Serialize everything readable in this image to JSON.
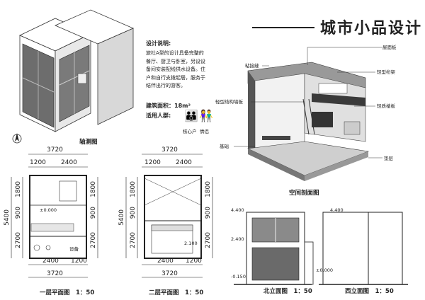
{
  "header": {
    "title": "城市小品设计"
  },
  "description": {
    "heading": "设计说明:",
    "lines": [
      "旅社A型的设计具备完整的",
      "餐厅、厨卫与卧室，另设设",
      "备间安装配线供水设备。住",
      "户和自行支拨起居，服务于",
      "结伴出行的游客。"
    ],
    "area": "建筑面积：18m²",
    "users_label": "适用人群:",
    "user1": "核心户",
    "user2": "情侣"
  },
  "axon": {
    "caption": "轴测图"
  },
  "section": {
    "caption": "空间剖面图",
    "labels": {
      "roof": "屋面板",
      "seam": "粘接缝",
      "truss": "轻型桁架",
      "floorboard": "轻质楼板",
      "wall": "轻型结构墙板",
      "base": "基础",
      "pad": "垫层"
    }
  },
  "plan1": {
    "caption": "一层平面图　1：50",
    "top_total": "3720",
    "top_a": "1200",
    "top_b": "2400",
    "bot_total": "3720",
    "bot_a": "2400",
    "bot_b": "1200",
    "left_total": "5400",
    "left_a": "1800",
    "left_b": "900",
    "left_c": "2700",
    "right_a": "1800",
    "right_b": "900",
    "right_c": "2700",
    "level": "±0.000",
    "equip": "设备"
  },
  "plan2": {
    "caption": "二层平面图　1：50",
    "top_total": "3720",
    "top_a": "1200",
    "top_b": "2400",
    "bot_total": "3720",
    "bot_a": "2400",
    "bot_b": "1200",
    "left_total": "5400",
    "left_a": "1800",
    "left_b": "900",
    "left_c": "2700",
    "right_a": "1800",
    "right_b": "900",
    "right_c": "2700",
    "level": "2.100"
  },
  "elev_n": {
    "caption": "北立面图　1：50",
    "l1": "4.400",
    "l2": "2.400",
    "l3": "±0.000",
    "l4": "-0.150"
  },
  "elev_w": {
    "caption": "西立面图　1：50",
    "l1": "4.400"
  }
}
